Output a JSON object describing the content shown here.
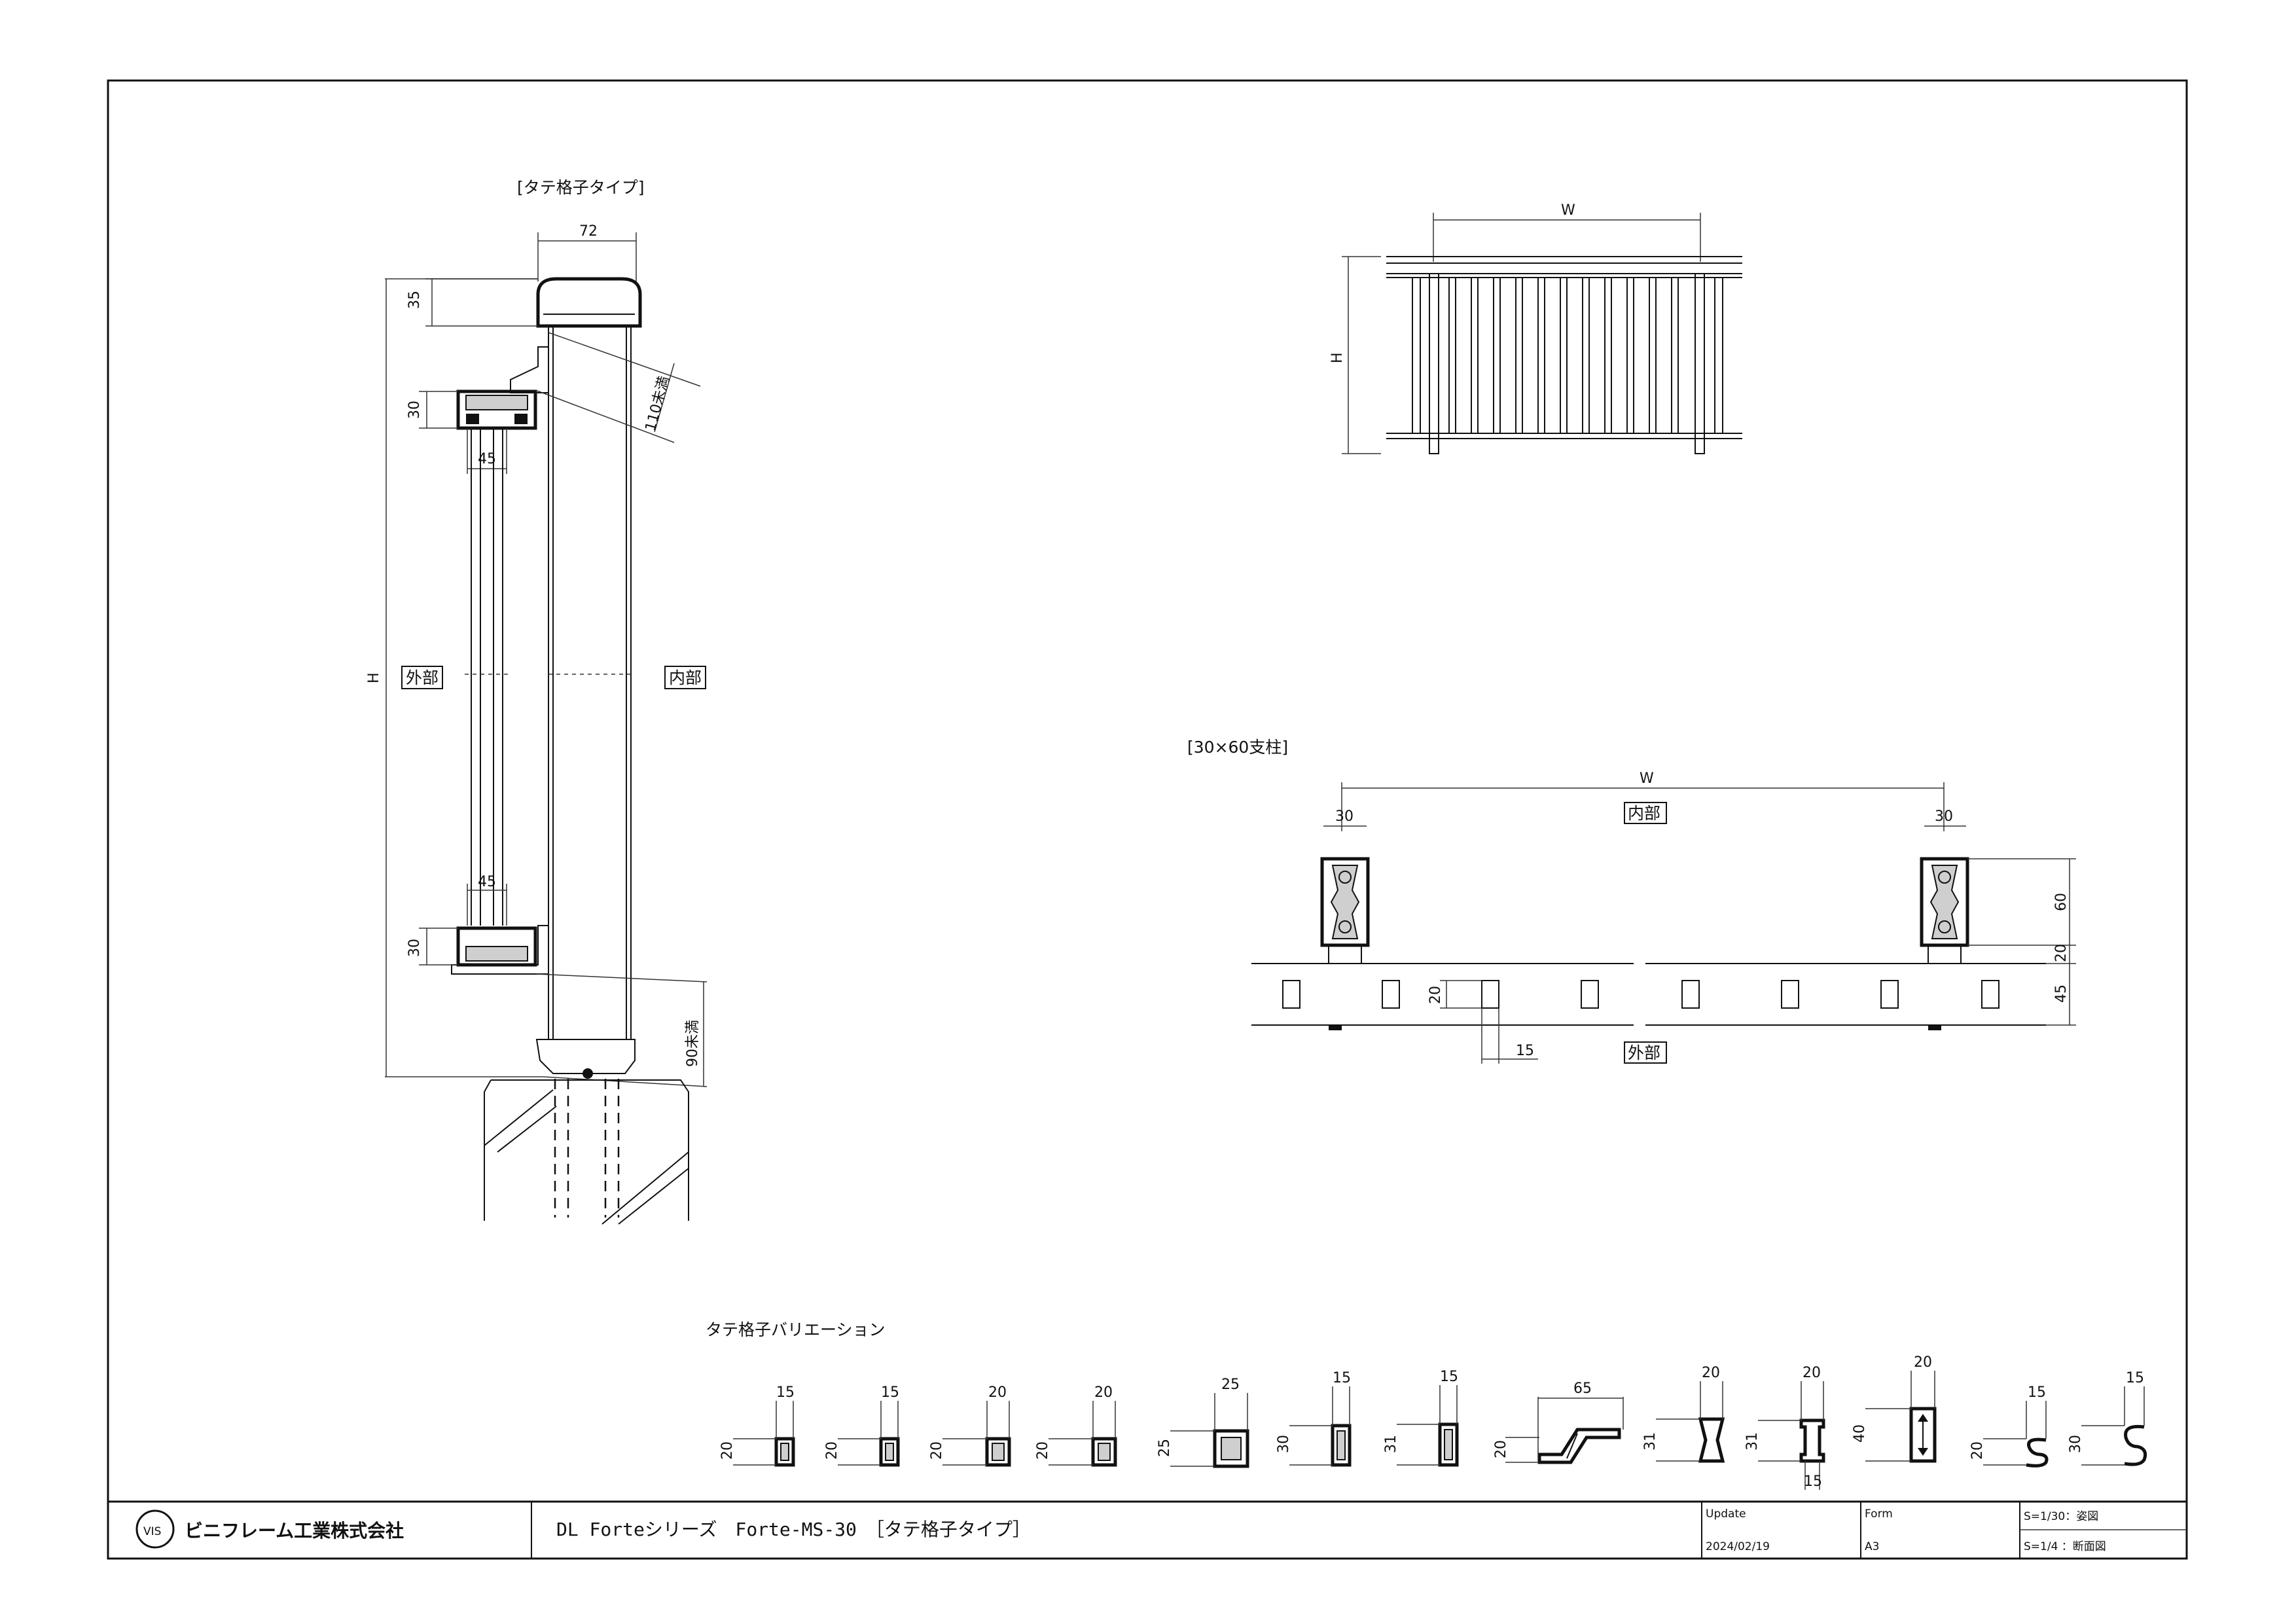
{
  "side_view": {
    "title": "[タテ格子タイプ]",
    "dims": {
      "top_width": "72",
      "cap_height": "35",
      "rail_top_height": "30",
      "rail_top_width": "45",
      "rail_bottom_width": "45",
      "rail_bottom_height": "30",
      "height": "H",
      "gap_top": "110未満",
      "gap_bottom": "90未満"
    },
    "outside_label": "外部",
    "inside_label": "内部"
  },
  "elevation": {
    "width": "W",
    "height": "H"
  },
  "plan_view": {
    "title": "[30×60支柱]",
    "dims": {
      "width": "W",
      "post_left": "30",
      "post_right": "30",
      "post_depth": "60",
      "gap": "20",
      "rail_depth": "45",
      "bar_depth": "20",
      "spacing": "15"
    },
    "inside_label": "内部",
    "outside_label": "外部"
  },
  "variations": {
    "title": "タテ格子バリエーション",
    "items": [
      {
        "w": "15",
        "h": "20"
      },
      {
        "w": "15",
        "h": "20"
      },
      {
        "w": "20",
        "h": "20"
      },
      {
        "w": "20",
        "h": "20"
      },
      {
        "w": "25",
        "h": "25"
      },
      {
        "w": "15",
        "h": "30"
      },
      {
        "w": "15",
        "h": "31"
      },
      {
        "w": "65",
        "h": "20"
      },
      {
        "w": "20",
        "h": "31"
      },
      {
        "w": "20",
        "h": "31",
        "b": "15"
      },
      {
        "w": "20",
        "h": "40"
      },
      {
        "w": "15",
        "h": "20"
      },
      {
        "w": "15",
        "h": "30"
      }
    ]
  },
  "title_block": {
    "company": "ビニフレーム工業株式会社",
    "logo_text": "VIS",
    "drawing_title": "DL Forteシリーズ　Forte-MS-30　［タテ格子タイプ］",
    "update_label": "Update",
    "update_value": "2024/02/19",
    "form_label": "Form",
    "form_value": "A3",
    "scale_1": "S=1/30：姿図",
    "scale_2": "S=1/4 ：断面図"
  }
}
